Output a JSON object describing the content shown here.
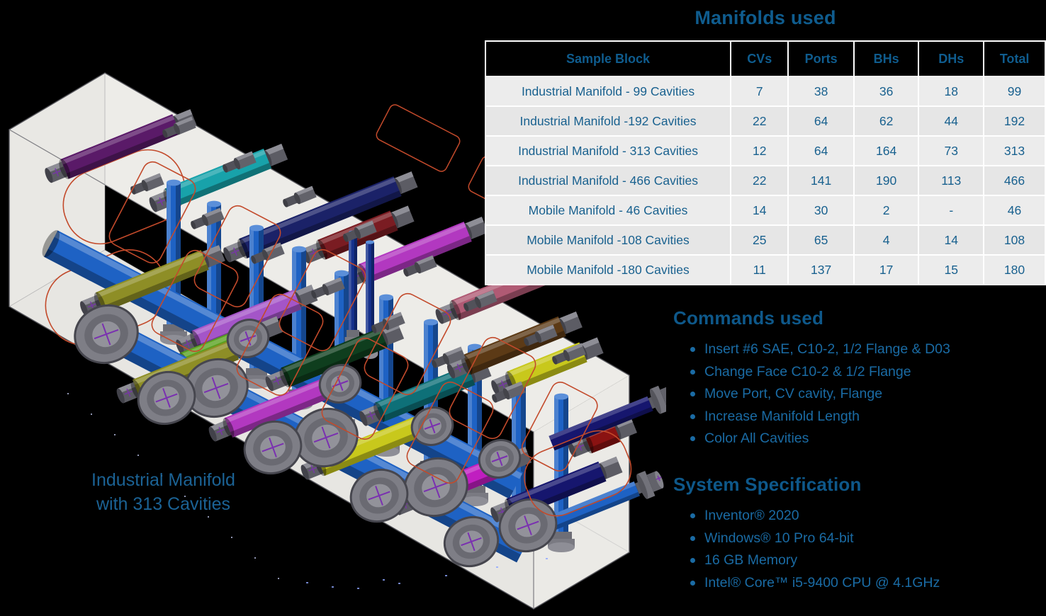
{
  "colors": {
    "background": "#000000",
    "heading": "#0E588A",
    "body_text": "#1A6BA4",
    "table_text": "#19618F",
    "caption_text": "#1B6294",
    "table_header_bg": "#000000",
    "table_row_bg": "#ECECEC",
    "table_grid": "#FFFFFF"
  },
  "manifolds_table": {
    "title": "Manifolds used",
    "headers": [
      "Sample Block",
      "CVs",
      "Ports",
      "BHs",
      "DHs",
      "Total"
    ],
    "col_widths": [
      "43.8%",
      "10.3%",
      "11.7%",
      "11.6%",
      "11.6%",
      "11.0%"
    ],
    "rows": [
      [
        "Industrial Manifold - 99 Cavities",
        "7",
        "38",
        "36",
        "18",
        "99"
      ],
      [
        "Industrial Manifold -192 Cavities",
        "22",
        "64",
        "62",
        "44",
        "192"
      ],
      [
        "Industrial Manifold - 313 Cavities",
        "12",
        "64",
        "164",
        "73",
        "313"
      ],
      [
        "Industrial Manifold - 466 Cavities",
        "22",
        "141",
        "190",
        "113",
        "466"
      ],
      [
        "Mobile Manifold - 46 Cavities",
        "14",
        "30",
        "2",
        "-",
        "46"
      ],
      [
        "Mobile Manifold -108 Cavities",
        "25",
        "65",
        "4",
        "14",
        "108"
      ],
      [
        "Mobile Manifold -180 Cavities",
        "11",
        "137",
        "17",
        "15",
        "180"
      ]
    ]
  },
  "commands": {
    "title": "Commands used",
    "items": [
      "Insert #6 SAE, C10-2, 1/2 Flange & D03",
      "Change Face C10-2 & 1/2 Flange",
      "Move Port, CV cavity, Flange",
      "Increase Manifold Length",
      "Color All Cavities"
    ]
  },
  "system_specification": {
    "title": "System Specification",
    "items": [
      "Inventor® 2020",
      "Windows® 10 Pro 64-bit",
      "16 GB Memory",
      "Intel® Core™ i5-9400 CPU @ 4.1GHz"
    ]
  },
  "caption": {
    "line1": "Industrial Manifold",
    "line2": "with 313 Cavities"
  },
  "illustration": {
    "description": "Isometric 3D CAD render of an industrial hydraulic manifold block with color-coded cartridge valve cavities, blue pipe network, gray plugs/gauges and orange cavity outlines",
    "block_face_color": "#EDECE8",
    "edge_color": "#54545A",
    "pipe_color": "#1E62C4",
    "hardware_gray": "#6A6A72",
    "outline_orange": "#C34A2B",
    "marker_purple": "#7A30B0",
    "cavity_colors": [
      "#5A1A68",
      "#18A2AA",
      "#1B2268",
      "#B238C0",
      "#8E8E26",
      "#0F3E1E",
      "#7A1C22",
      "#B05A74",
      "#5C3A16",
      "#C8C81C",
      "#C01EC0",
      "#58A01E",
      "#6060A8",
      "#8A1212",
      "#0E7078",
      "#16166E",
      "#1E62C4",
      "#A455C8"
    ]
  }
}
